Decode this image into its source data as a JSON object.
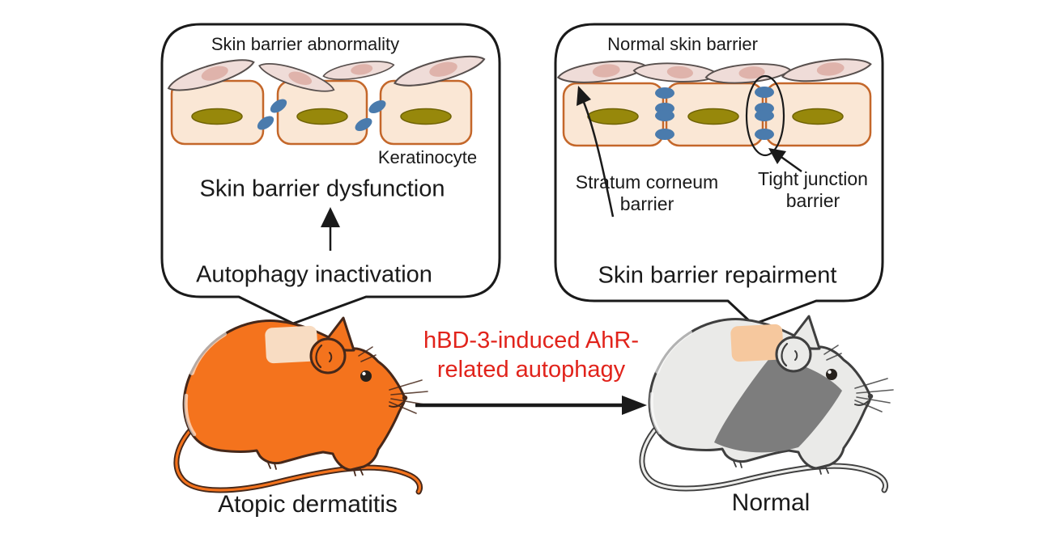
{
  "left_bubble": {
    "title": "Skin barrier abnormality",
    "keratinocyte_label": "Keratinocyte",
    "dysfunction_label": "Skin barrier dysfunction",
    "cause_label": "Autophagy inactivation"
  },
  "right_bubble": {
    "title": "Normal skin barrier",
    "stratum_line1": "Stratum corneum",
    "stratum_line2": "barrier",
    "tight_junction_line1": "Tight junction",
    "tight_junction_line2": "barrier",
    "repairment_label": "Skin barrier repairment"
  },
  "center_arrow": {
    "treatment_line1": "hBD-3-induced AhR-",
    "treatment_line2": "related autophagy"
  },
  "mice": {
    "left_label": "Atopic dermatitis",
    "right_label": "Normal"
  },
  "colors": {
    "accent_red": "#e1231b",
    "mouse_orange": "#f4731d",
    "mouse_gray": "#eaeae8",
    "mouse_gray_belly": "#7d7d7d",
    "skin_patch_light": "#f8dcc2",
    "skin_patch_dark": "#f6c89e",
    "cell_fill": "#fae7d5",
    "cell_border": "#c4672a",
    "nucleus_olive": "#97880b",
    "tight_junction_blue": "#4a7bad",
    "corneocyte_pink": "#efdcd8",
    "corneocyte_nucleus": "#dfb3ab",
    "outline_black": "#1a1a1a"
  }
}
